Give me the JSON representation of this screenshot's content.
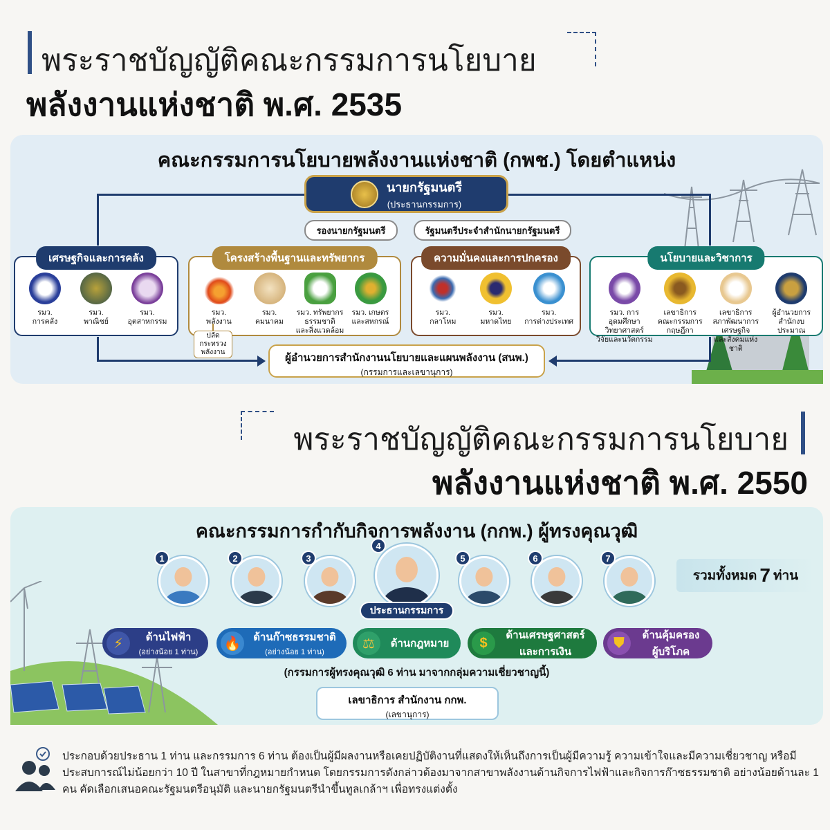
{
  "section1": {
    "title_line1": "พระราชบัญญัติคณะกรรมการนโยบาย",
    "title_line2": "พลังงานแห่งชาติ พ.ศ. 2535",
    "panel_title": "คณะกรรมการนโยบายพลังงานแห่งชาติ (กพช.) โดยตำแหน่ง",
    "chair": {
      "title": "นายกรัฐมนตรี",
      "subtitle": "(ประธานกรรมการ)"
    },
    "deputies": [
      "รองนายกรัฐมนตรี",
      "รัฐมนตรีประจำสำนักนายกรัฐมนตรี"
    ],
    "groups": [
      {
        "name": "เศรษฐกิจและการคลัง",
        "color": "#1f3c6e",
        "members": [
          "รมว.\nการคลัง",
          "รมว.\nพาณิชย์",
          "รมว.\nอุตสาหกรรม"
        ]
      },
      {
        "name": "โครงสร้างพื้นฐานและทรัพยากร",
        "color": "#b08a3e",
        "members": [
          "รมว.\nพลังงาน",
          "รมว.\nคมนาคม",
          "รมว. ทรัพยากร\nธรรมชาติ\nและสิ่งแวดล้อม",
          "รมว. เกษตร\nและสหกรณ์"
        ]
      },
      {
        "name": "ความมั่นคงและการปกครอง",
        "color": "#7a4a2c",
        "members": [
          "รมว.\nกลาโหม",
          "รมว.\nมหาดไทย",
          "รมว.\nการต่างประเทศ"
        ]
      },
      {
        "name": "นโยบายและวิชาการ",
        "color": "#177a70",
        "members": [
          "รมว. การอุดมศึกษา\nวิทยาศาสตร์\nวิจัยและนวัตกรรม",
          "เลขาธิการ\nคณะกรรมการ\nกฤษฎีกา",
          "เลขาธิการ\nสภาพัฒนาการเศรษฐกิจ\nและสังคมแห่งชาติ",
          "ผู้อำนวยการ\nสำนักงบประมาณ"
        ]
      }
    ],
    "perm_sec": "ปลัด\nกระทรวง\nพลังงาน",
    "secretary": {
      "title": "ผู้อำนวยการสำนักงานนโยบายและแผนพลังงาน (สนพ.)",
      "subtitle": "(กรรมการและเลขานุการ)"
    }
  },
  "section2": {
    "title_line1": "พระราชบัญญัติคณะกรรมการนโยบาย",
    "title_line2": "พลังงานแห่งชาติ พ.ศ. 2550",
    "panel_title": "คณะกรรมการกำกับกิจการพลังงาน (กกพ.) ผู้ทรงคุณวุฒิ",
    "members": [
      "1",
      "2",
      "3",
      "4",
      "5",
      "6",
      "7"
    ],
    "chair_label": "ประธานกรรมการ",
    "total_prefix": "รวมทั้งหมด ",
    "total_num": "7",
    "total_suffix": " ท่าน",
    "categories": [
      {
        "label": "ด้านไฟฟ้า",
        "sub": "(อย่างน้อย 1 ท่าน)",
        "icon": "lightning-icon",
        "color": "#2c3e87"
      },
      {
        "label": "ด้านก๊าซธรรมชาติ",
        "sub": "(อย่างน้อย 1 ท่าน)",
        "icon": "flame-icon",
        "color": "#1e6bb8"
      },
      {
        "label": "ด้านกฎหมาย",
        "sub": "",
        "icon": "scales-icon",
        "color": "#1f8a5a"
      },
      {
        "label": "ด้านเศรษฐศาสตร์",
        "sub": "และการเงิน",
        "icon": "dollar-icon",
        "color": "#1e7a3e"
      },
      {
        "label": "ด้านคุ้มครอง",
        "sub": "ผู้บริโภค",
        "icon": "shield-icon",
        "color": "#6b3a8f"
      }
    ],
    "note": "(กรรมการผู้ทรงคุณวุฒิ 6 ท่าน มาจากกลุ่มความเชี่ยวชาญนี้)",
    "secretary": {
      "title": "เลขาธิการ สำนักงาน กกพ.",
      "subtitle": "(เลขานุการ)"
    }
  },
  "footer": {
    "text": "ประกอบด้วยประธาน 1 ท่าน และกรรมการ 6 ท่าน ต้องเป็นผู้มีผลงานหรือเคยปฏิบัติงานที่แสดงให้เห็นถึงการเป็นผู้มีความรู้ ความเข้าใจและมีความเชี่ยวชาญ หรือมีประสบการณ์ไม่น้อยกว่า 10 ปี ในสาขาที่กฎหมายกำหนด โดยกรรมการดังกล่าวต้องมาจากสาขาพลังงานด้านกิจการไฟฟ้าและกิจการก๊าซธรรมชาติ อย่างน้อยด้านละ 1 คน คัดเลือกเสนอคณะรัฐมนตรีอนุมัติ และนายกรัฐมนตรีนำขึ้นทูลเกล้าฯ เพื่อทรงแต่งตั้ง"
  }
}
